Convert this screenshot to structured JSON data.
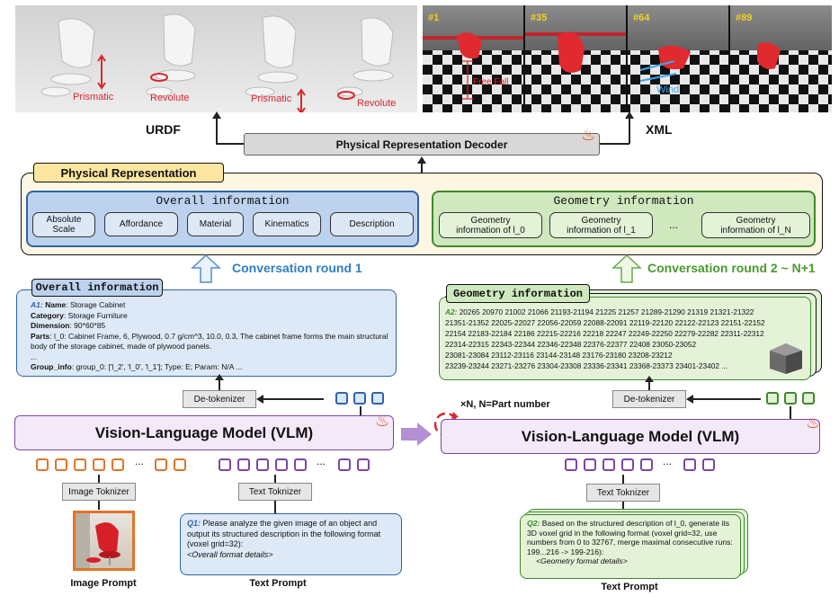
{
  "top": {
    "urdf_labels": [
      "Prismatic",
      "Revolute",
      "Prismatic",
      "Revolute"
    ],
    "urdf_caption": "URDF",
    "xml_caption": "XML",
    "sim_frames": [
      "#1",
      "#35",
      "#64",
      "#89"
    ],
    "free_fall": "Free Fall",
    "wind": "Wind",
    "decoder": "Physical Representation Decoder"
  },
  "physrep": {
    "title": "Physical Representation",
    "overall_title": "Overall information",
    "overall_chips": [
      "Absolute\nScale",
      "Affordance",
      "Material",
      "Kinematics",
      "Description"
    ],
    "geometry_title": "Geometry information",
    "geometry_chips": [
      "Geometry\ninformation of l_0",
      "Geometry\ninformation of l_1",
      "Geometry\ninformation of l_N"
    ],
    "ellipsis": "..."
  },
  "rounds": {
    "round1": "Conversation round 1",
    "round2": "Conversation round 2 ~ N+1"
  },
  "left_card": {
    "tab": "Overall information",
    "a1": "A1:",
    "name_k": "Name",
    "name_v": ": Storage Cabinet",
    "cat_k": "Category",
    "cat_v": ": Storage Furniture",
    "dim_k": "Dimension",
    "dim_v": ": 90*60*85",
    "parts_k": "Parts",
    "parts_v": ": l_0: Cabinet Frame, 6, Plywood, 0.7 g/cm^3, 10.0, 0.3, The cabinet frame forms the main structural body of the storage cabinet, made of plywood panels.",
    "dots": "...",
    "group_k": "Group_info",
    "group_v": ": group_0: ['l_2', 'l_0', 'l_1']; Type: E; Param: N/A ..."
  },
  "right_card": {
    "tab": "Geometry information",
    "a2": "A2:",
    "lines": [
      "20265 20970 21002 21066 21193-21194 21225 21257 21289-21290 21319 21321-21322",
      "21351-21352 22025-22027 22056-22059 22088-22091 22119-22120 22122-22123 22151-22152",
      "22154 22183-22184 22186 22215-22216 22218 22247 22249-22250 22279-22282 22311-22312",
      "22314-22315 22343-22344 22346-22348 22376-22377 22408 23050-23052",
      "23081-23084 23112-23116 23144-23148 23176-23180 23208-23212",
      "23239-23244 23271-23276 23304-23308 23336-23341 23368-23373 23401-23402 ..."
    ]
  },
  "detok": "De-tokenizer",
  "xn": "×N, N=Part number",
  "vlm": "Vision-Language Model (VLM)",
  "img_tok": "Image Toknizer",
  "txt_tok": "Text Toknizer",
  "dots": "...",
  "q1": {
    "label": "Q1:",
    "text": "Please analyze the given image of an object and output its structured description in the following format (voxel grid=32):",
    "detail": "<Overall format details>"
  },
  "q2": {
    "label": "Q2:",
    "text": "Based on the structured description of l_0, generate its 3D voxel grid in the following format (voxel grid=32, use numbers from 0 to 32767, merge maximal consecutive runs: 199...216 -> 199-216):",
    "detail": "<Geometry format details>"
  },
  "captions": {
    "image_prompt": "Image Prompt",
    "text_prompt_left": "Text Prompt",
    "text_prompt_right": "Text Prompt"
  },
  "colors": {
    "blue": "#2f64a8",
    "green": "#3e8a2a",
    "purple": "#7a47a8",
    "orange": "#e0742a",
    "red": "#d8282e"
  }
}
